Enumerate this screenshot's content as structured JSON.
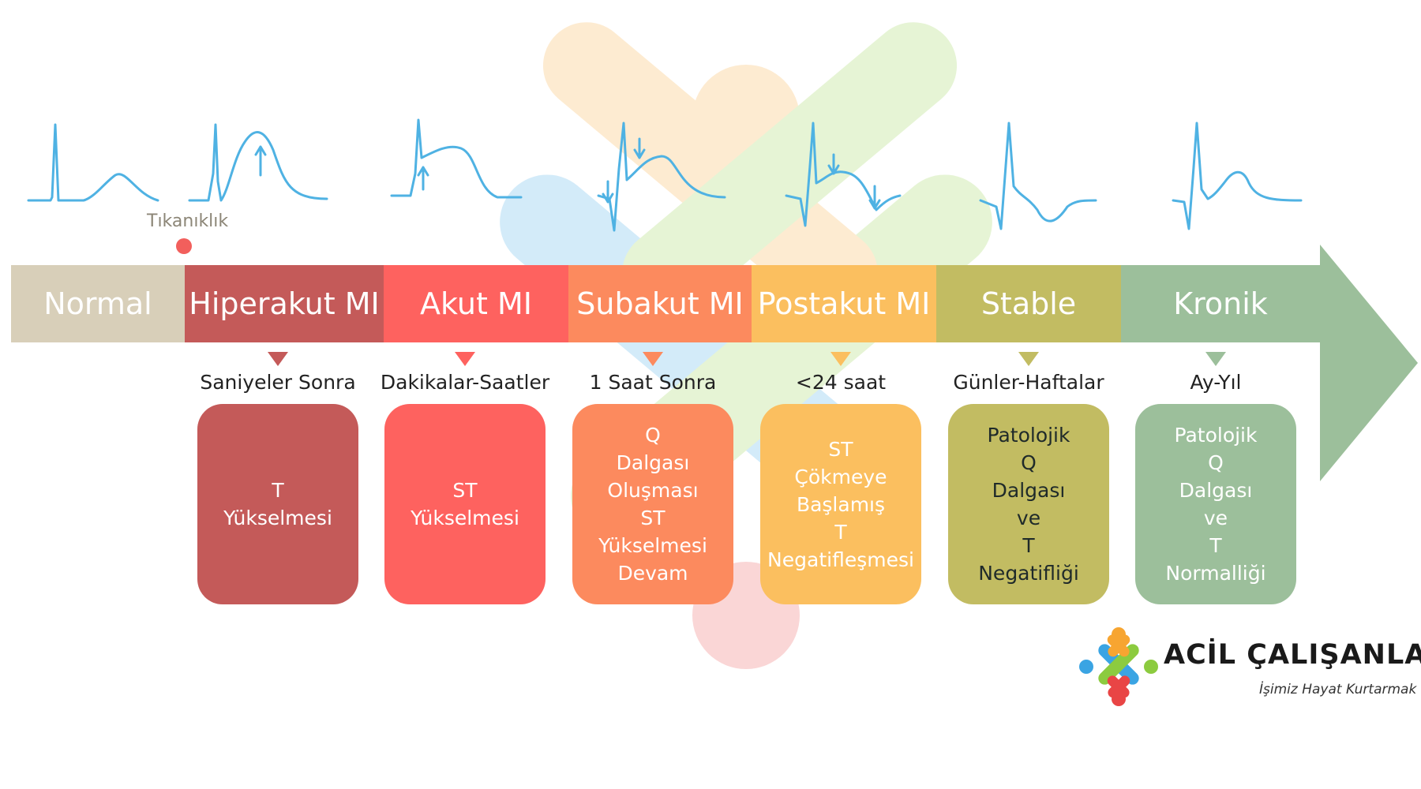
{
  "occlusion_label": "Tıkanıklık",
  "stages": [
    {
      "id": "normal",
      "label": "Normal",
      "color": "#d8cfb9"
    },
    {
      "id": "hiperakut",
      "label": "Hiperakut MI",
      "color": "#c45a59",
      "time": "Saniyeler Sonra",
      "box": [
        "T",
        "Yükselmesi"
      ]
    },
    {
      "id": "akut",
      "label": "Akut MI",
      "color": "#fe625f",
      "time": "Dakikalar-Saatler",
      "box": [
        "ST",
        "Yükselmesi"
      ]
    },
    {
      "id": "subakut",
      "label": "Subakut MI",
      "color": "#fc8a5e",
      "time": "1 Saat Sonra",
      "box": [
        "Q",
        "Dalgası",
        "Oluşması",
        "ST",
        "Yükselmesi",
        "Devam"
      ]
    },
    {
      "id": "postakut",
      "label": "Postakut MI",
      "color": "#fbbf5f",
      "time": "<24 saat",
      "box": [
        "ST",
        "Çökmeye",
        "Başlamış",
        "T",
        "Negatifleşmesi"
      ]
    },
    {
      "id": "stable",
      "label": "Stable",
      "color": "#c2bc62",
      "time": "Günler-Haftalar",
      "box": [
        "Patolojik",
        "Q",
        "Dalgası",
        "ve",
        "T",
        "Negatifliği"
      ]
    },
    {
      "id": "kronik",
      "label": "Kronik",
      "color": "#9cbf9b",
      "time": "Ay-Yıl",
      "box": [
        "Patolojik",
        "Q",
        "Dalgası",
        "ve",
        "T",
        "Normalliği"
      ]
    }
  ],
  "colors": {
    "ecg_line": "#4fb2e3",
    "occlusion_dot": "#f25f5c"
  },
  "brand": {
    "name": "ACİL ÇALIŞANLARI",
    "slogan": "İşimiz Hayat Kurtarmak",
    "colors": [
      "#f7a531",
      "#3aa4e3",
      "#8ccb3f",
      "#e94545"
    ]
  }
}
